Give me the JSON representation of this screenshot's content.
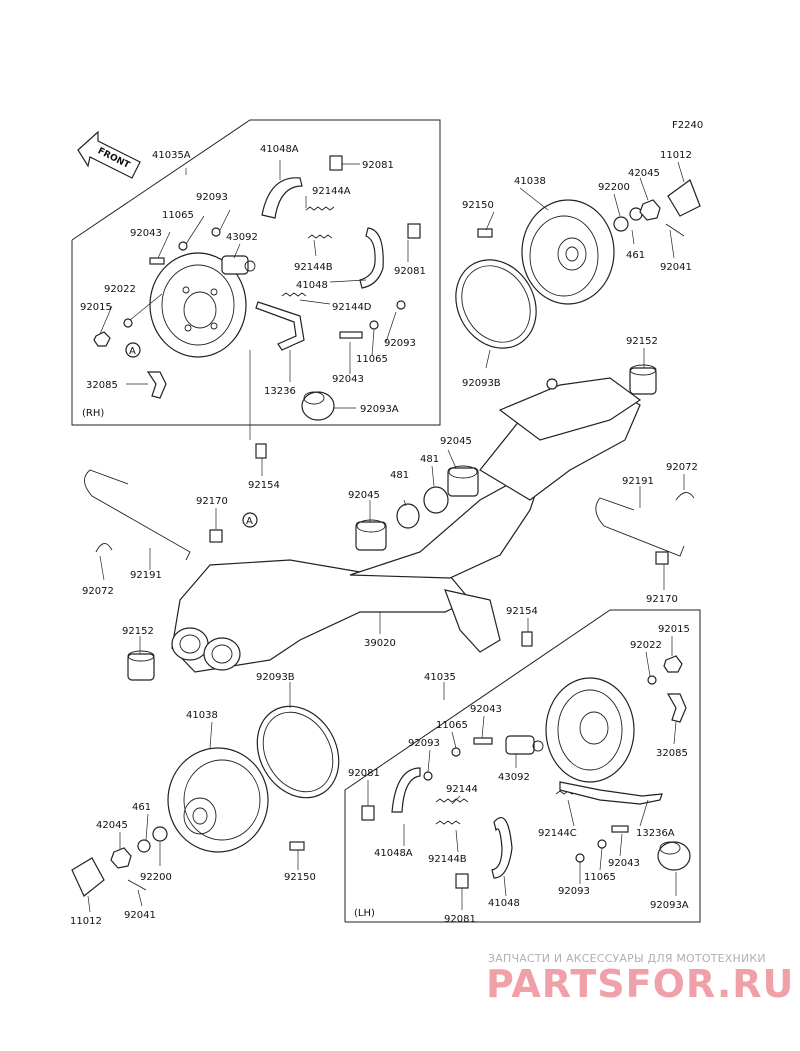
{
  "figure_code": "F2240",
  "front_marker": "FRONT",
  "callouts": {
    "a1": "A",
    "a2": "A"
  },
  "groups": {
    "rh": "(RH)",
    "lh": "(LH)"
  },
  "parts": {
    "p41035A": "41035A",
    "p41048A_top": "41048A",
    "p92081_t1": "92081",
    "p92093_t1": "92093",
    "p92144A": "92144A",
    "p11065_t1": "11065",
    "p92043_t1": "92043",
    "p43092_t": "43092",
    "p92144B_t": "92144B",
    "p92081_t2": "92081",
    "p41048_t": "41048",
    "p92022_t": "92022",
    "p92144D": "92144D",
    "p92015_t": "92015",
    "p92093_t2": "92093",
    "p11065_t2": "11065",
    "p92043_t2": "92043",
    "p32085_t": "32085",
    "p13236": "13236",
    "p92093A_t": "92093A",
    "p92154_t": "92154",
    "p41038_t": "41038",
    "p92150_t": "92150",
    "p92200_t": "92200",
    "p42045_t": "42045",
    "p11012_t": "11012",
    "p461_t": "461",
    "p92041_t": "92041",
    "p92093B_t": "92093B",
    "p92152_t": "92152",
    "p92045_t1": "92045",
    "p481_t1": "481",
    "p92072_t": "92072",
    "p92191_t": "92191",
    "p481_t2": "481",
    "p92045_t2": "92045",
    "p92170_l": "92170",
    "p92191_l": "92191",
    "p92072_l": "92072",
    "p92170_r": "92170",
    "p92152_l": "92152",
    "p39020": "39020",
    "p92154_r": "92154",
    "p92093B_b": "92093B",
    "p41035": "41035",
    "p92015_b": "92015",
    "p92022_b": "92022",
    "p41038_b": "41038",
    "p92043_b1": "92043",
    "p11065_b1": "11065",
    "p92093_b1": "92093",
    "p43092_b": "43092",
    "p32085_b": "32085",
    "p92081_b1": "92081",
    "p92144": "92144",
    "p461_b": "461",
    "p42045_b": "42045",
    "p92200_b": "92200",
    "p41048A_b": "41048A",
    "p92144C": "92144C",
    "p13236A": "13236A",
    "p92144B_b": "92144B",
    "p92043_b2": "92043",
    "p11065_b2": "11065",
    "p92093_b2": "92093",
    "p92150_b": "92150",
    "p11012_b": "11012",
    "p92041_b": "92041",
    "p41048_b": "41048",
    "p92081_b2": "92081",
    "p92093A_b": "92093A"
  },
  "watermark": {
    "tagline": "ЗАПЧАСТИ И АКСЕССУАРЫ ДЛЯ МОТОТЕХНИКИ",
    "brand": "PARTSFOR.RU"
  }
}
